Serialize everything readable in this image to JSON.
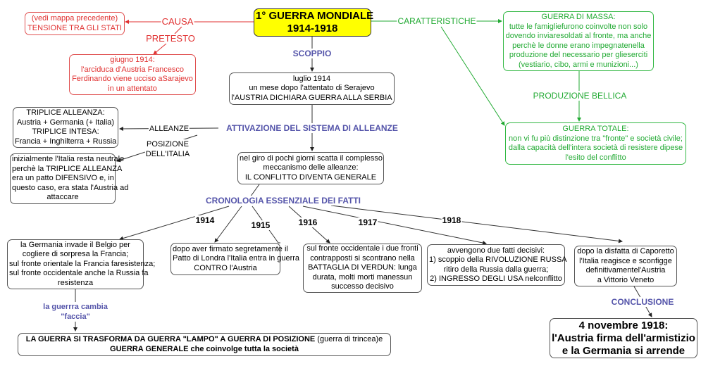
{
  "main": {
    "title": "1° GUERRA MONDIALE",
    "years": "1914-1918"
  },
  "causa": {
    "label": "CAUSA",
    "lines": [
      "(vedi mappa precedente)",
      "TENSIONE TRA GLI STATI"
    ]
  },
  "pretesto": {
    "label": "PRETESTO",
    "lines": [
      "giugno 1914:",
      "l'arciduca d'Austria Francesco",
      "Ferdinando viene ucciso aSarajevo",
      "in un attentato"
    ]
  },
  "scoppio": {
    "label": "SCOPPIO",
    "lines": [
      "luglio 1914",
      "un mese dopo l'attentato di Serajevo",
      "l'AUSTRIA DICHIARA GUERRA ALLA SERBIA"
    ]
  },
  "caratteristiche": {
    "label": "CARATTERISTICHE",
    "massa": [
      "GUERRA DI MASSA:",
      "tutte le famigliefurono coinvolte non solo",
      "dovendo inviaresoldati al fronte, ma anche",
      "perchè le donne erano impegnatenella",
      "produzione del necessario per glieserciti",
      "(vestiario, cibo, armi e munizioni...)"
    ],
    "produzione_label": "PRODUZIONE BELLICA",
    "totale": [
      "GUERRA TOTALE:",
      "non vi fu più distinzione tra \"fronte\" e società civile;",
      "dalla capacità dell'intera società di resistere dipese",
      "l'esito del conflitto"
    ]
  },
  "attivazione": {
    "label": "ATTIVAZIONE DEL SISTEMA DI ALLEANZE",
    "alleanze_label": "ALLEANZE",
    "alleanze": [
      "TRIPLICE ALLEANZA:",
      "Austria + Germania (+ Italia)",
      "TRIPLICE INTESA:",
      "Francia + Inghilterra + Russia"
    ],
    "posizione_label": [
      "POSIZIONE",
      "DELL'ITALIA"
    ],
    "posizione": [
      "inizialmente l'Italia resta neutrale",
      "perchè la TRIPLICE ALLEANZA",
      "era un patto DIFENSIVO e, in",
      "questo caso, era stata l'Austria ad",
      "attaccare"
    ],
    "risultato": [
      "nel giro di pochi giorni scatta il complesso",
      "meccanismo delle alleanze:",
      "IL CONFLITTO DIVENTA GENERALE"
    ]
  },
  "cronologia": {
    "label": "CRONOLOGIA ESSENZIALE DEI FATTI",
    "years": [
      {
        "year": "1914",
        "lines": [
          "la Germania invade il Belgio per",
          "cogliere di sorpresa la Francia;",
          "sul fronte orientale la Francia faresistenza;",
          "sul fronte occidentale anche la Russia fa",
          "resistenza"
        ]
      },
      {
        "year": "1915",
        "lines": [
          "dopo aver firmato segretamente il",
          "Patto di Londra l'Italia entra in guerra",
          "CONTRO l'Austria"
        ]
      },
      {
        "year": "1916",
        "lines": [
          "sul fronte occidentale i due fronti",
          "contrapposti si scontrano nella",
          "BATTAGLIA DI VERDUN: lunga",
          "durata, molti morti manessun",
          "successo decisivo"
        ]
      },
      {
        "year": "1917",
        "lines": [
          "avvengono due fatti decisivi:",
          "1) scoppio della RIVOLUZIONE RUSSA",
          "ritiro della Russia dalla guerra;",
          "2) INGRESSO DEGLI USA nelconflitto"
        ]
      },
      {
        "year": "1918",
        "lines": [
          "dopo la disfatta di Caporetto",
          "l'Italia reagisce e sconfigge",
          "definitivamentel'Austria",
          "a Vittorio Veneto"
        ]
      }
    ]
  },
  "cambia": {
    "label": [
      "la guerrra cambia",
      "\"faccia\""
    ],
    "line1_bold": "LA GUERRA SI TRASFORMA DA GUERRA \"LAMPO\" A GUERRA DI POSIZIONE",
    "line1_rest": " (guerra di trincea)e",
    "line2_bold": "GUERRA GENERALE",
    "line2_rest": " che coinvolge tutta la società"
  },
  "conclusione": {
    "label": "CONCLUSIONE",
    "lines": [
      "4 novembre 1918:",
      "l'Austria firma dell'armistizio",
      "e la Germania si arrende"
    ]
  },
  "colors": {
    "red": "#e03030",
    "green": "#22aa33",
    "blue": "#5555aa",
    "yellow": "#ffff00"
  }
}
